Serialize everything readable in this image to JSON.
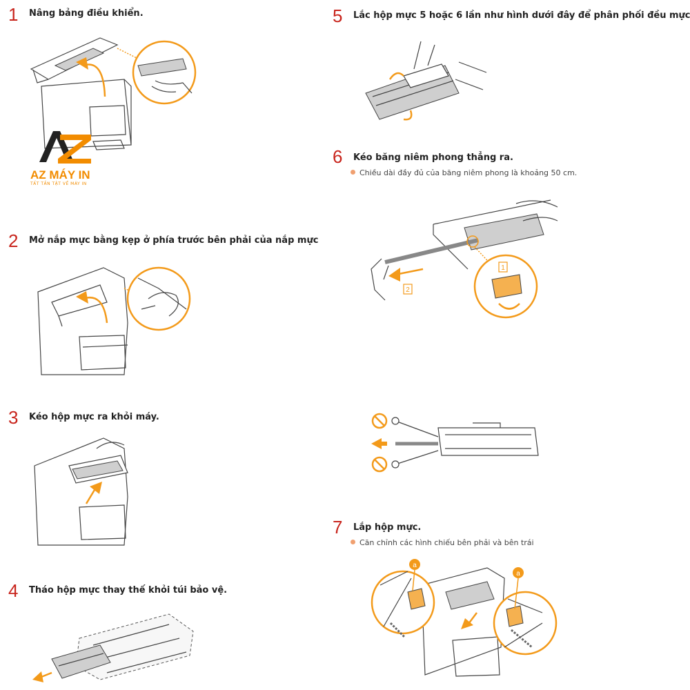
{
  "accent_color": "#f39a1a",
  "number_color": "#c8241c",
  "logo": {
    "brand": "AZ MÁY IN",
    "tagline": "TẤT TẦN TẬT VỀ MÁY IN"
  },
  "steps": [
    {
      "number": "1",
      "title": "Nâng bảng điều khiển."
    },
    {
      "number": "2",
      "title": "Mở nắp mực bằng kẹp ở phía trước bên phải của nắp mực"
    },
    {
      "number": "3",
      "title": "Kéo hộp mực ra khỏi máy."
    },
    {
      "number": "4",
      "title": "Tháo hộp mực thay thế khỏi túi bảo vệ."
    },
    {
      "number": "5",
      "title": "Lắc hộp mực 5 hoặc 6 lần như hình dưới đây để phân phối đều mực"
    },
    {
      "number": "6",
      "title": "Kéo băng niêm phong thẳng ra.",
      "note": "Chiều dài đầy đủ của băng niêm phong là khoảng 50 cm.",
      "callouts": [
        "1",
        "2"
      ]
    },
    {
      "number": "7",
      "title": "Lắp hộp mực.",
      "note": "Căn chỉnh các hình chiếu bên phải và bên trái",
      "callouts": [
        "a",
        "a"
      ]
    }
  ]
}
